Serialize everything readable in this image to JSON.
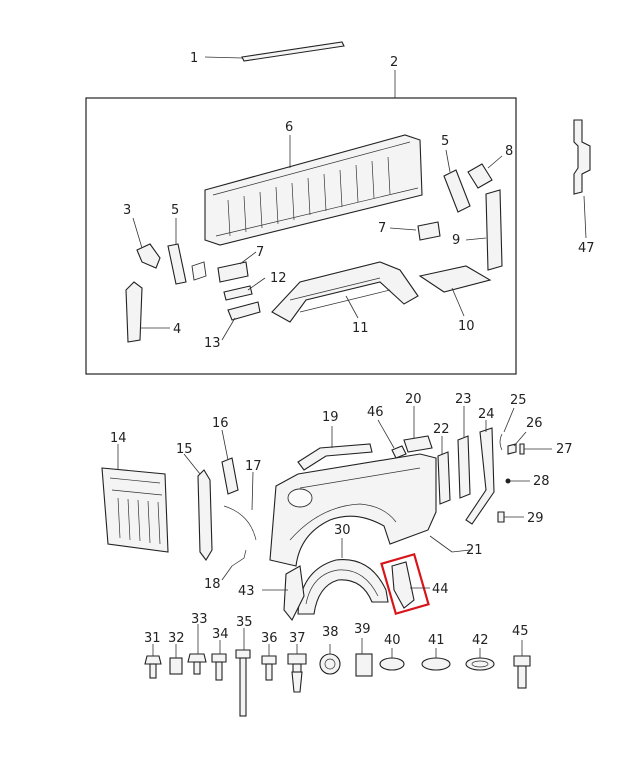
{
  "callouts": {
    "c1": "1",
    "c2": "2",
    "c3": "3",
    "c4": "4",
    "c5a": "5",
    "c5b": "5",
    "c6": "6",
    "c7a": "7",
    "c7b": "7",
    "c8": "8",
    "c9": "9",
    "c10": "10",
    "c11": "11",
    "c12": "12",
    "c13": "13",
    "c14": "14",
    "c15": "15",
    "c16": "16",
    "c17": "17",
    "c18": "18",
    "c19": "19",
    "c20": "20",
    "c21": "21",
    "c22": "22",
    "c23": "23",
    "c24": "24",
    "c25": "25",
    "c26": "26",
    "c27": "27",
    "c28": "28",
    "c29": "29",
    "c30": "30",
    "c31": "31",
    "c32": "32",
    "c33": "33",
    "c34": "34",
    "c35": "35",
    "c36": "36",
    "c37": "37",
    "c38": "38",
    "c39": "39",
    "c40": "40",
    "c41": "41",
    "c42": "42",
    "c43": "43",
    "c44": "44",
    "c45": "45",
    "c46": "46",
    "c47": "47"
  },
  "colors": {
    "line": "#222222",
    "highlight": "#d8151b",
    "background": "#ffffff"
  },
  "highlighted_part": "44"
}
